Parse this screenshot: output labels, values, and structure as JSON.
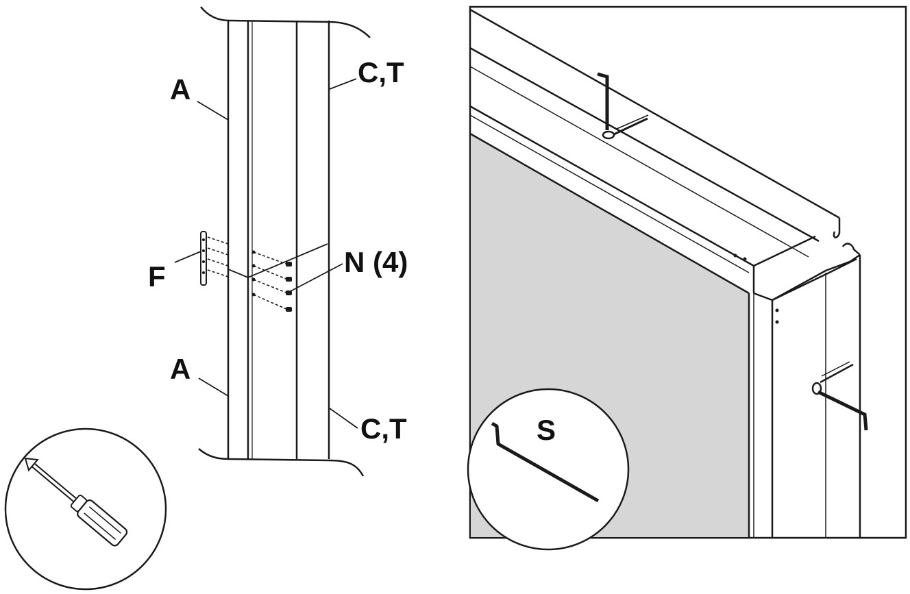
{
  "left_figure": {
    "labels": {
      "part_a_top": "A",
      "part_a_bottom": "A",
      "part_ct_top": "C,T",
      "part_ct_bottom": "C,T",
      "part_f": "F",
      "part_n": "N (4)"
    },
    "tool_icon": "screwdriver-icon"
  },
  "right_figure": {
    "labels": {
      "part_s": "S"
    },
    "tool_icon": "allen-key-icon",
    "panel_fill": "#d6d6d6"
  },
  "colors": {
    "line": "#1a1a1a",
    "panel_fill": "#d6d6d6",
    "background": "#ffffff"
  }
}
